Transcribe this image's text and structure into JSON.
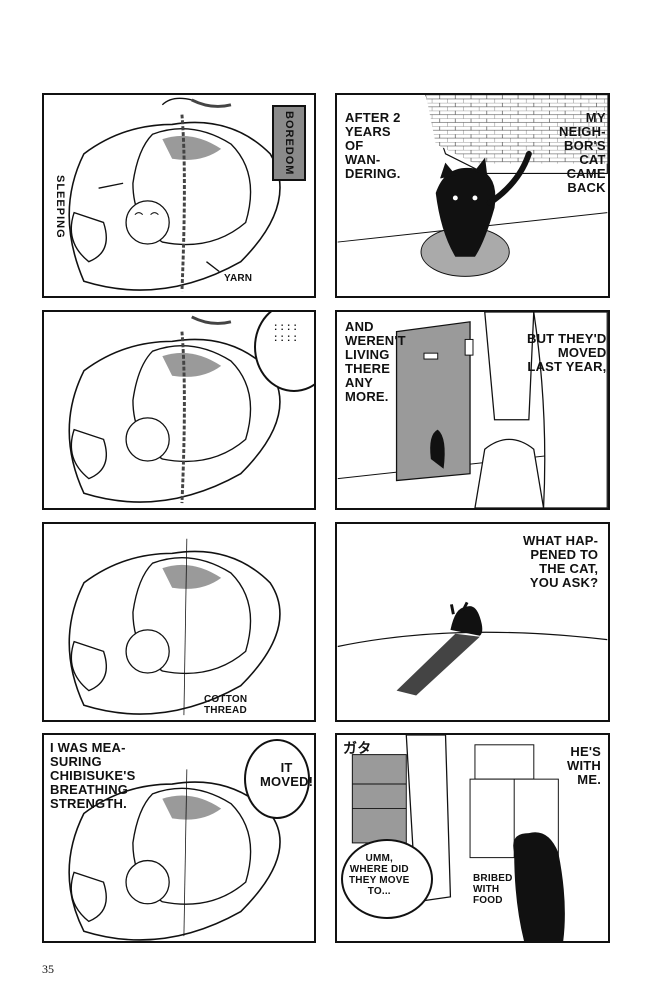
{
  "page_number": "35",
  "panels": {
    "l1": {
      "label_boredom": "BOREDOM",
      "label_sleeping": "SLEEPING",
      "label_yarn": "YARN"
    },
    "l2": {
      "label_dots": ": : : :\n: : : :"
    },
    "l3": {
      "label_thread": "COTTON\nTHREAD"
    },
    "l4": {
      "narration": "I WAS MEA-\nSURING\nCHIBISUKE'S\nBREATHING\nSTRENGTH.",
      "bubble": "IT\nMOVED!"
    },
    "r1": {
      "left_text": "AFTER 2\nYEARS\nOF\nWAN-\nDERING.",
      "right_text": "MY\nNEIGH-\nBOR'S\nCAT\nCAME\nBACK"
    },
    "r2": {
      "left_text": "AND\nWEREN'T\nLIVING\nTHERE\nANY\nMORE.",
      "right_text": "BUT THEY'D\nMOVED\nLAST YEAR,"
    },
    "r3": {
      "text": "WHAT HAP-\nPENED TO\nTHE CAT,\nYOU ASK?"
    },
    "r4": {
      "sfx": "ガタ",
      "bubble": "UMM,\nWHERE DID\nTHEY MOVE\nTO...",
      "right_text": "HE'S\nWITH\nME.",
      "label_food": "BRIBED\nWITH\nFOOD"
    }
  }
}
